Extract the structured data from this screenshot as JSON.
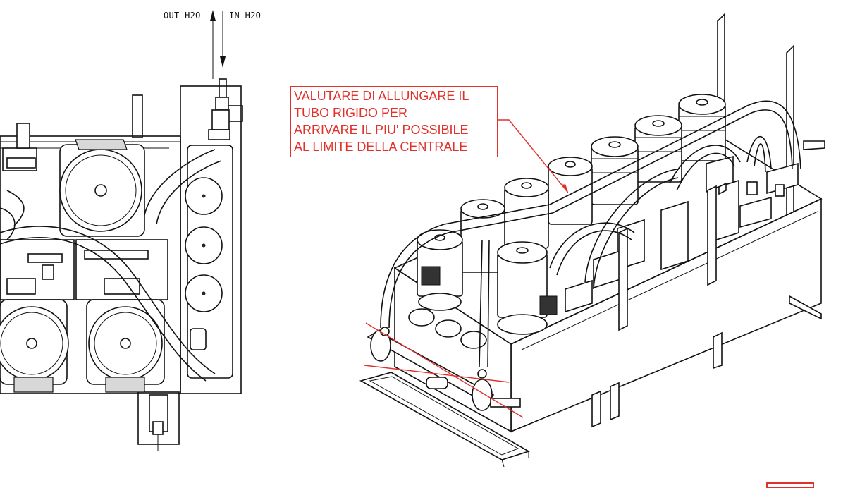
{
  "flow_labels": {
    "outlet": "OUT H2O",
    "inlet": "IN H2O"
  },
  "annotation": {
    "lines": [
      "VALUTARE DI ALLUNGARE IL",
      "TUBO RIGIDO PER",
      "ARRIVARE IL PIU' POSSIBILE",
      "AL LIMITE DELLA CENTRALE"
    ],
    "color": "#e0312b"
  },
  "colors": {
    "linework": "#111111",
    "markup": "#e0312b",
    "background": "#ffffff"
  }
}
